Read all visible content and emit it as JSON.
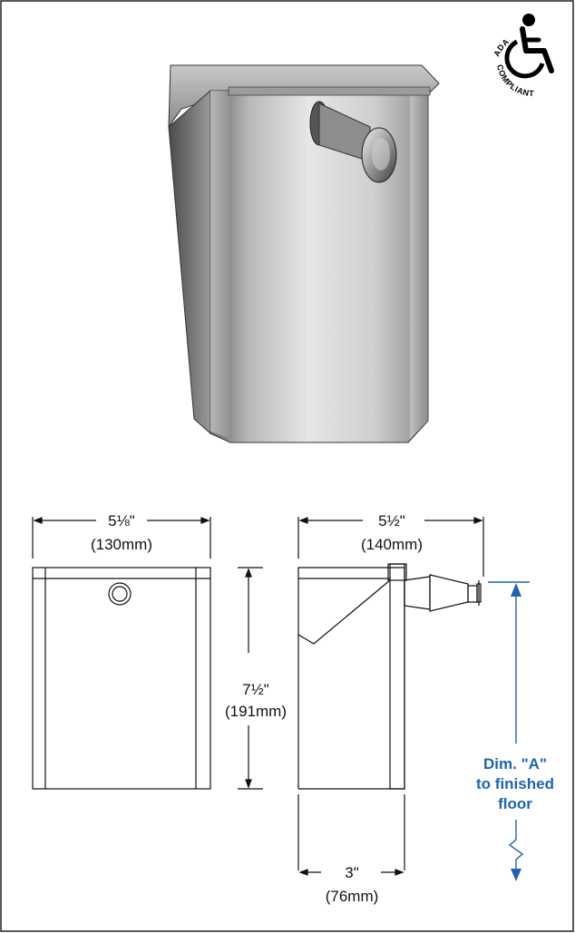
{
  "badge": {
    "text_top": "ADA",
    "text_bottom": "COMPLIANT",
    "icon": "wheelchair-icon"
  },
  "front_view": {
    "width_in": "5⅛\"",
    "width_mm": "(130mm)"
  },
  "height_dim": {
    "height_in": "7½\"",
    "height_mm": "(191mm)"
  },
  "side_view": {
    "depth_in": "5½\"",
    "depth_mm": "(140mm)",
    "base_in": "3\"",
    "base_mm": "(76mm)"
  },
  "floor_dim": {
    "line1": "Dim. \"A\"",
    "line2": "to finished",
    "line3": "floor"
  },
  "colors": {
    "accent_blue": "#1f63b5",
    "line": "#111111"
  }
}
